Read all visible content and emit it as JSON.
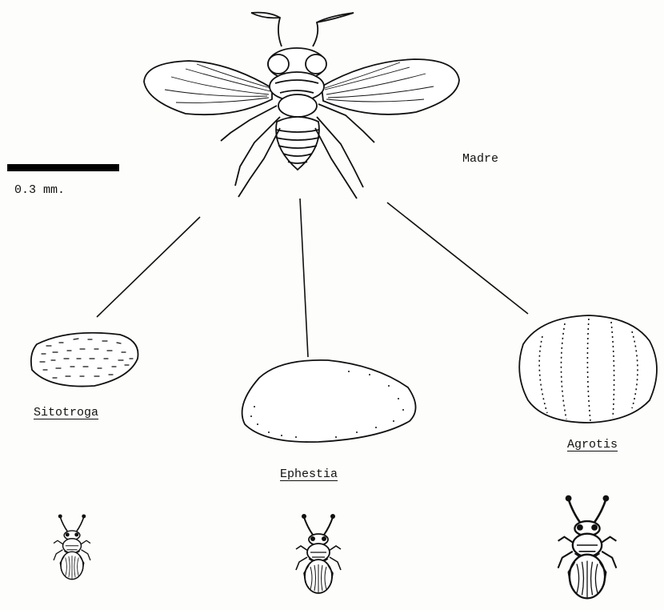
{
  "scale_bar": {
    "label": "0.3 mm."
  },
  "labels": {
    "mother": "Madre",
    "host_1": "Sitotroga",
    "host_2": "Ephestia",
    "host_3": "Agrotis"
  },
  "colors": {
    "ink": "#111111",
    "paper": "#fdfdfb"
  },
  "icons": {
    "mother": "wasp-adult-icon",
    "egg_1": "sitotroga-egg-icon",
    "egg_2": "ephestia-egg-icon",
    "egg_3": "agrotis-egg-icon",
    "offspring": "wasp-offspring-icon"
  }
}
